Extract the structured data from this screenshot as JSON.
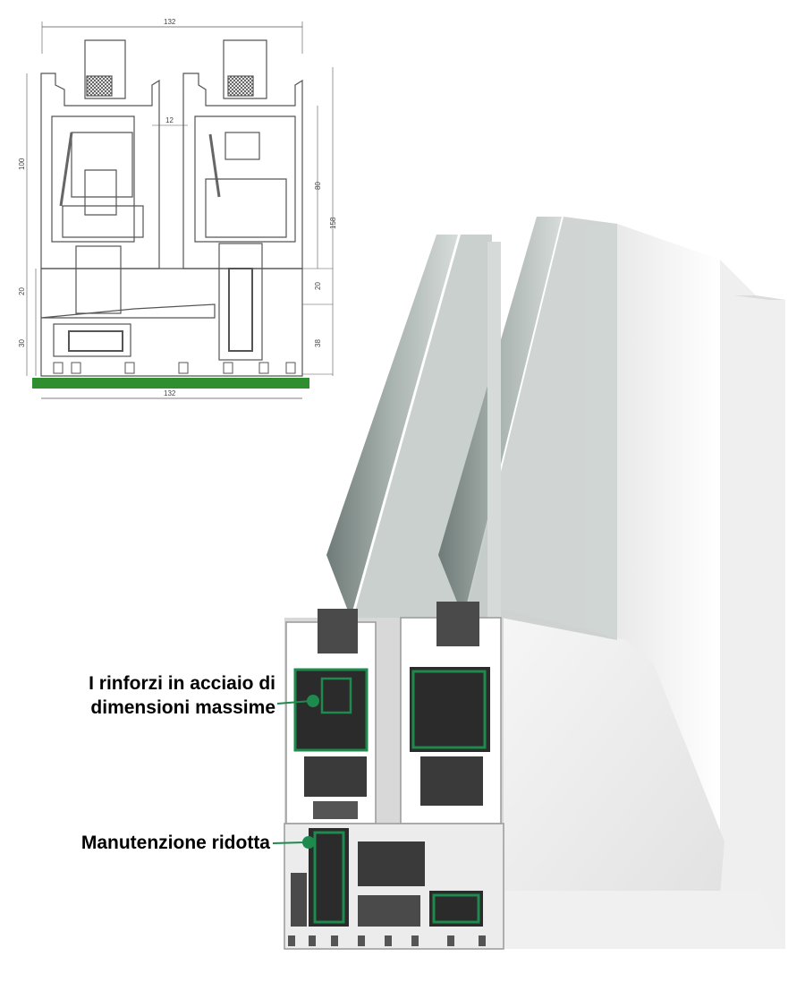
{
  "technical_drawing": {
    "dimensions": {
      "top_width": "132",
      "bottom_width": "132",
      "left_height_top": "100",
      "left_height_mid": "20",
      "left_height_bottom": "30",
      "gap_between_sashes": "12",
      "right_height_sash": "80",
      "right_height_total": "158",
      "right_height_mid": "20",
      "right_height_bottom": "38"
    }
  },
  "callouts": {
    "reinforcement_line1": "I rinforzi in acciaio di",
    "reinforcement_line2": "dimensioni massime",
    "maintenance": "Manutenzione ridotta"
  },
  "colors": {
    "accent_green": "#1e8a4e",
    "frame_white": "#f4f4f4",
    "glass_gray": "#8a9894",
    "drawing_line": "#555555",
    "drawing_base": "#2f8f2f"
  }
}
